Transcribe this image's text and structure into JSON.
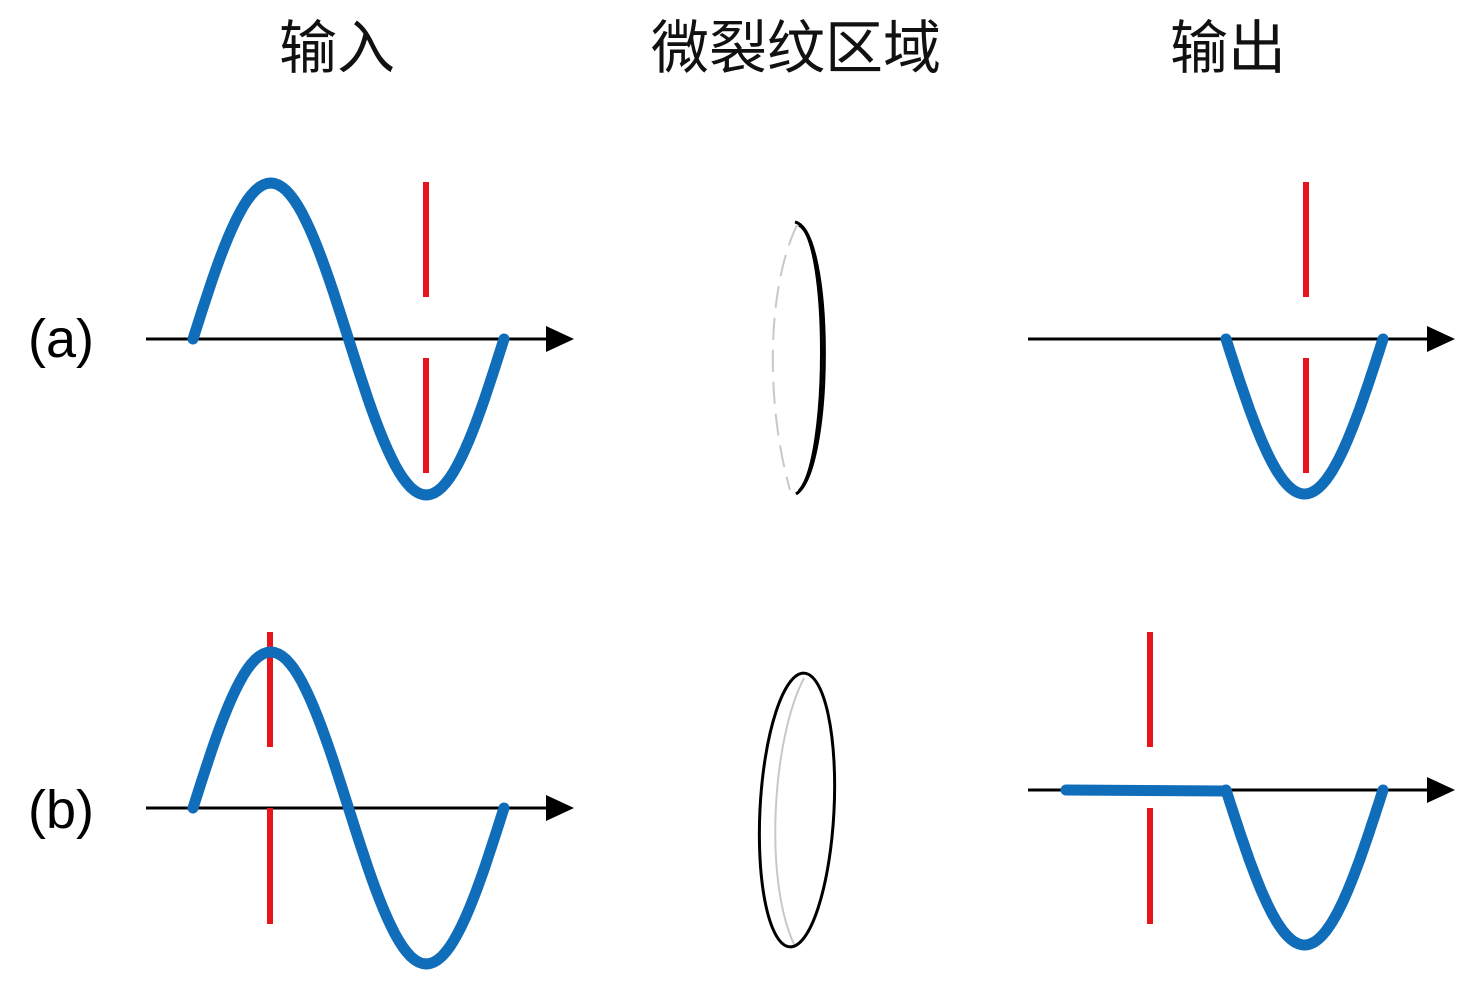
{
  "column_titles": {
    "input": "输入",
    "crack_region": "微裂纹区域",
    "output": "输出"
  },
  "row_labels": {
    "a": "(a)",
    "b": "(b)"
  },
  "colors": {
    "wave": "#0f6dba",
    "marker": "#e8141b",
    "axis": "#000000",
    "crack_outline": "#000000",
    "crack_hidden_edge": "#c8c8c8"
  },
  "scenarios": {
    "a": {
      "input": "full sine wave, marker at trough",
      "crack_region": "crack closed",
      "output": "only negative half-cycle transmitted"
    },
    "b": {
      "input": "full sine wave, marker at crest",
      "crack_region": "crack open",
      "output": "positive half-cycle blocked, negative half-cycle transmitted"
    }
  }
}
